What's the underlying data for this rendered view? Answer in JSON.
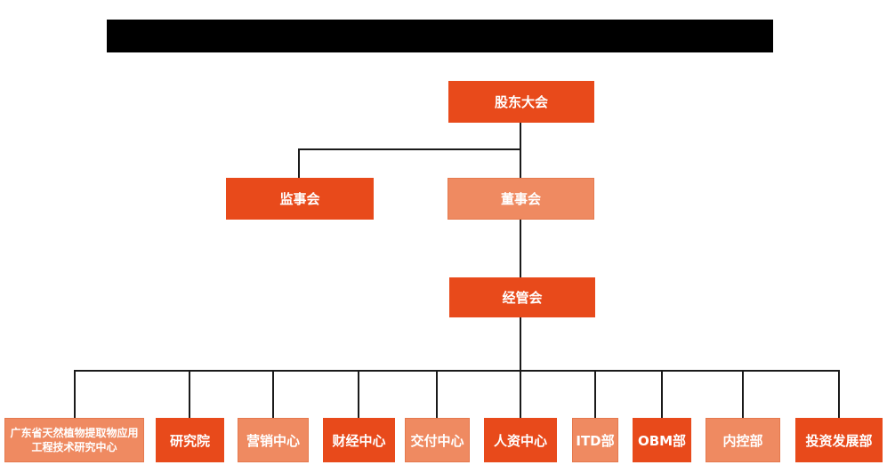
{
  "colors": {
    "dark_orange": "#E84A1B",
    "light_orange": "#EF8A61",
    "light_border": "#E5794E",
    "connector": "#1A1A1A",
    "node_text": "#FFFFFF",
    "redacted_bar": "#000000"
  },
  "org_chart": {
    "root": {
      "label": "股东大会",
      "tone": "dark"
    },
    "level2": [
      {
        "label": "监事会",
        "tone": "dark"
      },
      {
        "label": "董事会",
        "tone": "light"
      }
    ],
    "level3": {
      "label": "经管会",
      "tone": "dark"
    },
    "departments": [
      {
        "label": "广东省天然植物提取物应用工程技术研究中心",
        "tone": "light"
      },
      {
        "label": "研究院",
        "tone": "dark"
      },
      {
        "label": "营销中心",
        "tone": "light"
      },
      {
        "label": "财经中心",
        "tone": "dark"
      },
      {
        "label": "交付中心",
        "tone": "light"
      },
      {
        "label": "人资中心",
        "tone": "dark"
      },
      {
        "label": "ITD部",
        "tone": "light"
      },
      {
        "label": "OBM部",
        "tone": "dark"
      },
      {
        "label": "内控部",
        "tone": "light"
      },
      {
        "label": "投资发展部",
        "tone": "dark"
      }
    ]
  }
}
